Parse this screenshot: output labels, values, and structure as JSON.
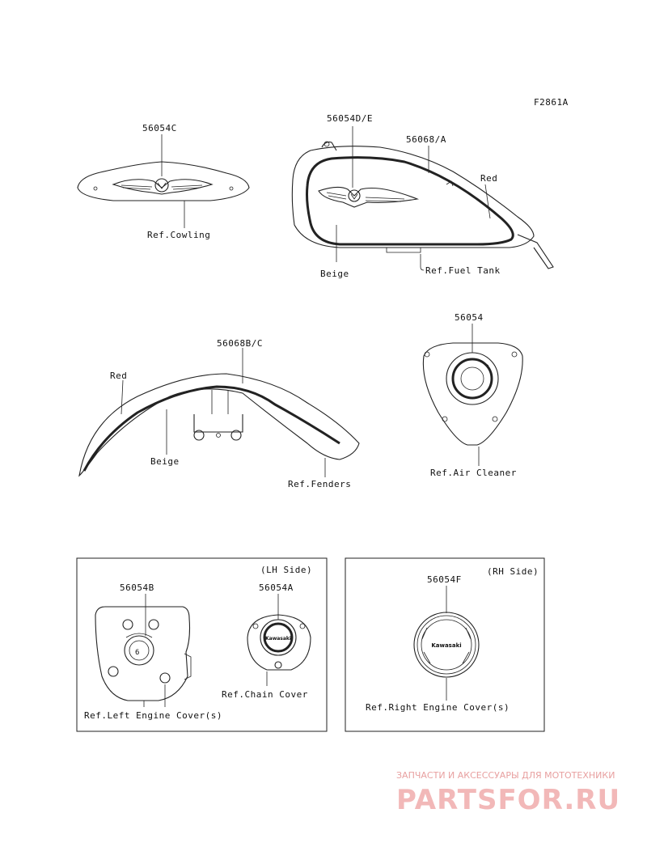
{
  "figure_id": "F2861A",
  "labels": {
    "cowling_part": "56054C",
    "cowling_ref": "Ref.Cowling",
    "tank_part_emblem": "56054D/E",
    "tank_part_stripe": "56068/A",
    "tank_red": "Red",
    "tank_beige": "Beige",
    "tank_ref": "Ref.Fuel Tank",
    "fender_part": "56068B/C",
    "fender_red": "Red",
    "fender_beige": "Beige",
    "fender_ref": "Ref.Fenders",
    "air_part": "56054",
    "air_ref": "Ref.Air Cleaner",
    "lh_side": "(LH Side)",
    "left_engine_part": "56054B",
    "chain_part": "56054A",
    "chain_ref": "Ref.Chain Cover",
    "left_engine_ref": "Ref.Left Engine Cover(s)",
    "rh_side": "(RH Side)",
    "right_engine_part": "56054F",
    "right_engine_ref": "Ref.Right Engine Cover(s)",
    "badge_text_chain": "Kawasaki",
    "badge_text_right": "Kawasaki"
  },
  "watermark": {
    "tagline": "ЗАПЧАСТИ И АКСЕССУАРЫ ДЛЯ МОТОТЕХНИКИ",
    "brand": "PARTSFOR.RU"
  }
}
